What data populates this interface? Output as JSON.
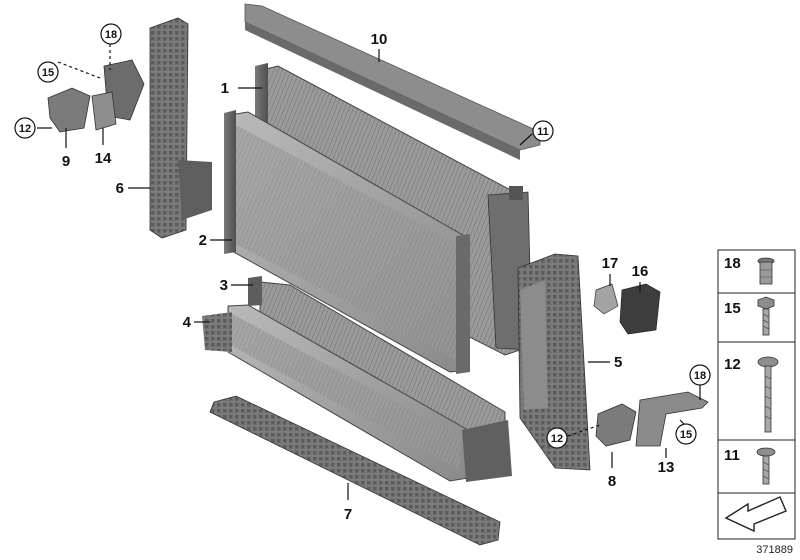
{
  "diagram": {
    "id": "371889",
    "parts": [
      {
        "key": "p1",
        "label": "1"
      },
      {
        "key": "p2",
        "label": "2"
      },
      {
        "key": "p3",
        "label": "3"
      },
      {
        "key": "p4",
        "label": "4"
      },
      {
        "key": "p5",
        "label": "5"
      },
      {
        "key": "p6",
        "label": "6"
      },
      {
        "key": "p7",
        "label": "7"
      },
      {
        "key": "p8",
        "label": "8"
      },
      {
        "key": "p9",
        "label": "9"
      },
      {
        "key": "p10",
        "label": "10"
      },
      {
        "key": "p13",
        "label": "13"
      },
      {
        "key": "p14",
        "label": "14"
      },
      {
        "key": "p16",
        "label": "16"
      },
      {
        "key": "p17",
        "label": "17"
      }
    ],
    "circled": {
      "c18a": "18",
      "c15a": "15",
      "c12a": "12",
      "c11": "11",
      "c12b": "12",
      "c18b": "18",
      "c15b": "15"
    },
    "fastener_panel": [
      "18",
      "15",
      "12",
      "11"
    ]
  }
}
